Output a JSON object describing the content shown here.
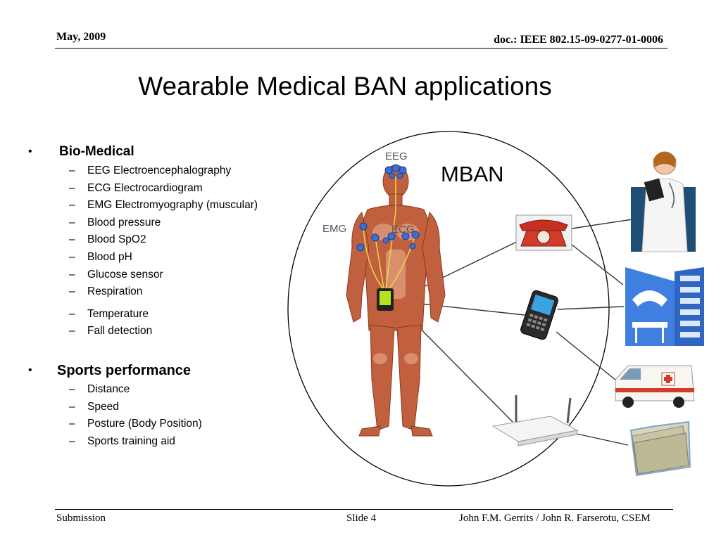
{
  "header": {
    "date": "May, 2009",
    "doc_id": "doc.: IEEE 802.15-09-0277-01-0006"
  },
  "title": "Wearable Medical BAN applications",
  "bullets": [
    {
      "label": "Bio-Medical",
      "items": [
        "EEG Electroencephalography",
        "ECG Electrocardiogram",
        "EMG Electromyography (muscular)",
        "Blood pressure",
        "Blood SpO2",
        "Blood pH",
        "Glucose sensor",
        "Respiration",
        "Temperature",
        "Fall detection"
      ]
    },
    {
      "label": "Sports performance",
      "items": [
        "Distance",
        "Speed",
        "Posture (Body Position)",
        "Sports training aid"
      ]
    }
  ],
  "diagram": {
    "network_label": "MBAN",
    "sensor_labels": {
      "eeg": "EEG",
      "emg": "EMG",
      "ecg": "ECG"
    },
    "colors": {
      "skin": "#c0603e",
      "sensor": "#3b6fd8",
      "hub": "#b6e31f",
      "phone": "#d23a2a",
      "building": "#3f7fe0",
      "doctor_coat": "#f5f5f5",
      "doctor_bg": "#1f4d74",
      "folder": "#c9c4a4"
    }
  },
  "footer": {
    "left": "Submission",
    "center": "Slide 4",
    "right": "John F.M. Gerrits / John R. Farserotu, CSEM"
  }
}
